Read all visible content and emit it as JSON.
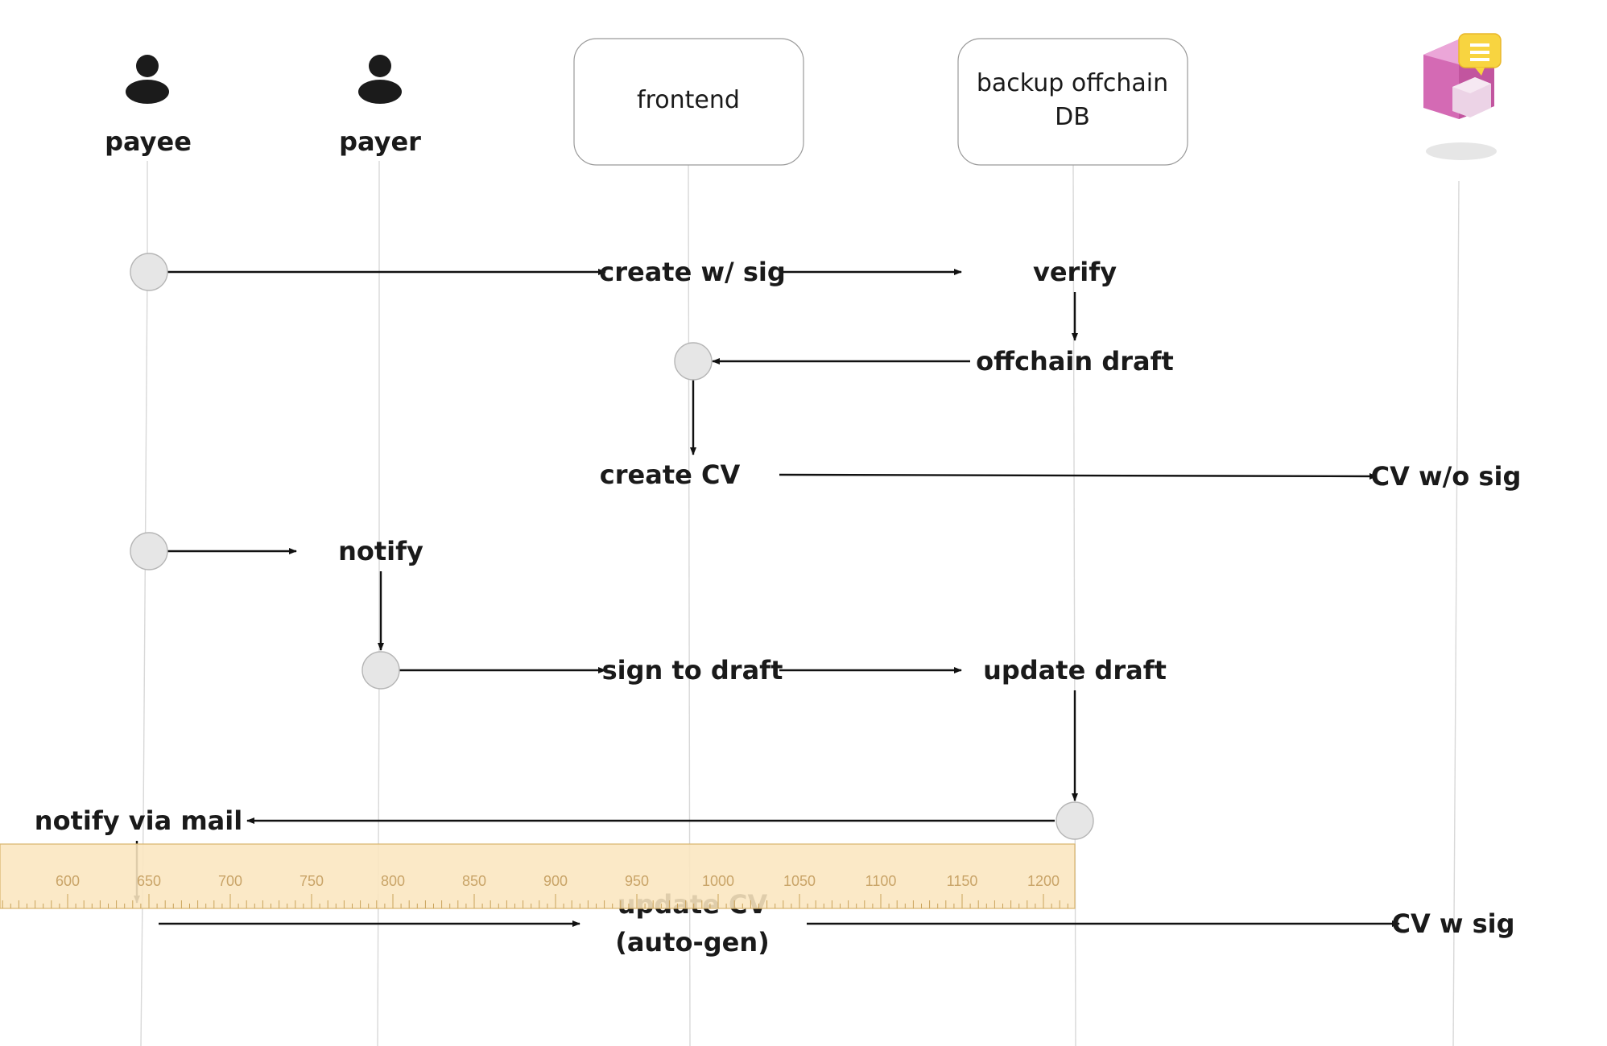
{
  "participants": {
    "payee": "payee",
    "payer": "payer",
    "frontend": "frontend",
    "backup_db_line1": "backup offchain",
    "backup_db_line2": "DB",
    "contract_icon": "contract-store-icon"
  },
  "steps": {
    "create_with_sig": "create w/ sig",
    "verify": "verify",
    "offchain_draft": "offchain draft",
    "create_cv": "create CV",
    "cv_without_sig": "CV w/o sig",
    "notify": "notify",
    "sign_to_draft": "sign to draft",
    "update_draft": "update draft",
    "notify_via_mail": "notify via mail",
    "update_cv_line1": "update CV",
    "update_cv_line2": "(auto-gen)",
    "cv_with_sig": "CV w sig"
  },
  "ruler": {
    "labels": [
      "600",
      "650",
      "700",
      "750",
      "800",
      "850",
      "900",
      "950",
      "1000",
      "1050",
      "1100",
      "1150",
      "1200"
    ]
  },
  "colors": {
    "ruler": "#fbe6bf",
    "icon_pink": "#d46ab4",
    "icon_badge": "#f8d440"
  }
}
